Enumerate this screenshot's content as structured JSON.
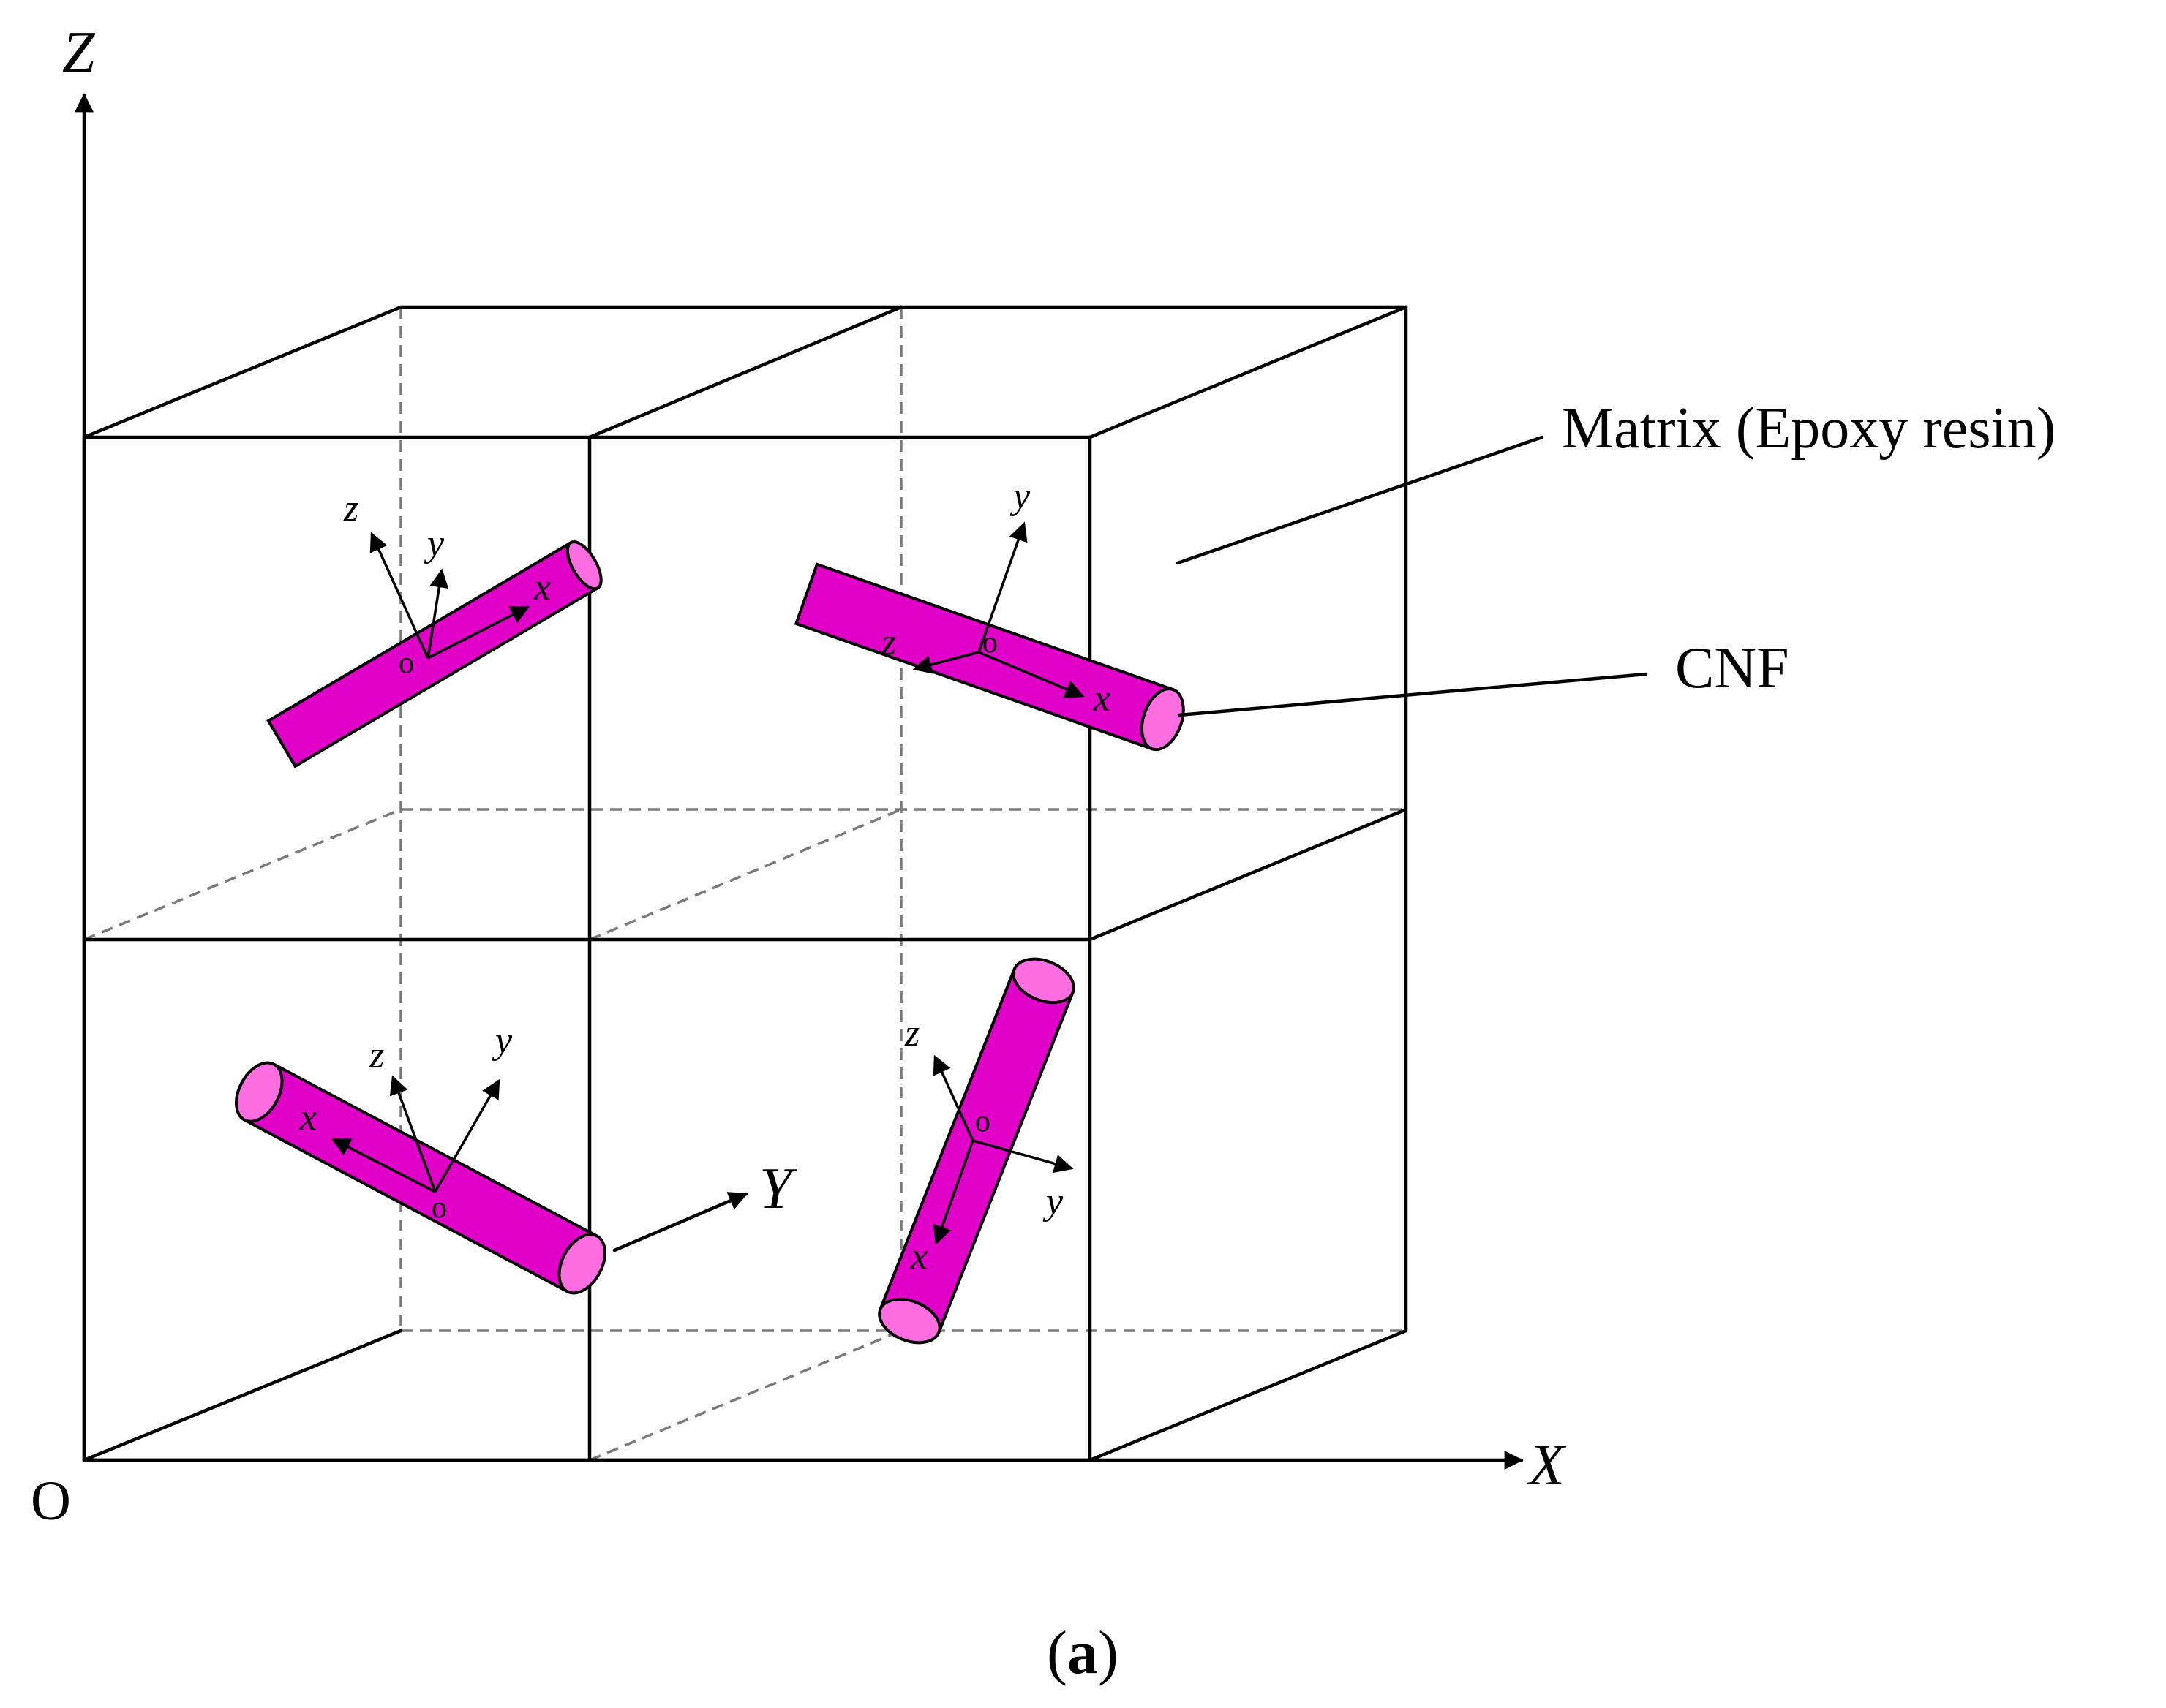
{
  "axes": {
    "X": "X",
    "Y": "Y",
    "Z": "Z",
    "origin": "O"
  },
  "labels": {
    "matrix": "Matrix (Epoxy resin)",
    "cnf": "CNF",
    "caption_open": "(",
    "caption_letter": "a",
    "caption_close": ")"
  },
  "local_axes": {
    "x": "x",
    "y": "y",
    "z": "z",
    "o": "o"
  },
  "colors": {
    "cnf_body": "#e100c8",
    "cnf_cap": "#ff6ee0",
    "line": "#000000",
    "hidden_edge": "#7a7a7a"
  },
  "icons": {
    "axis_arrow": "arrowhead"
  }
}
